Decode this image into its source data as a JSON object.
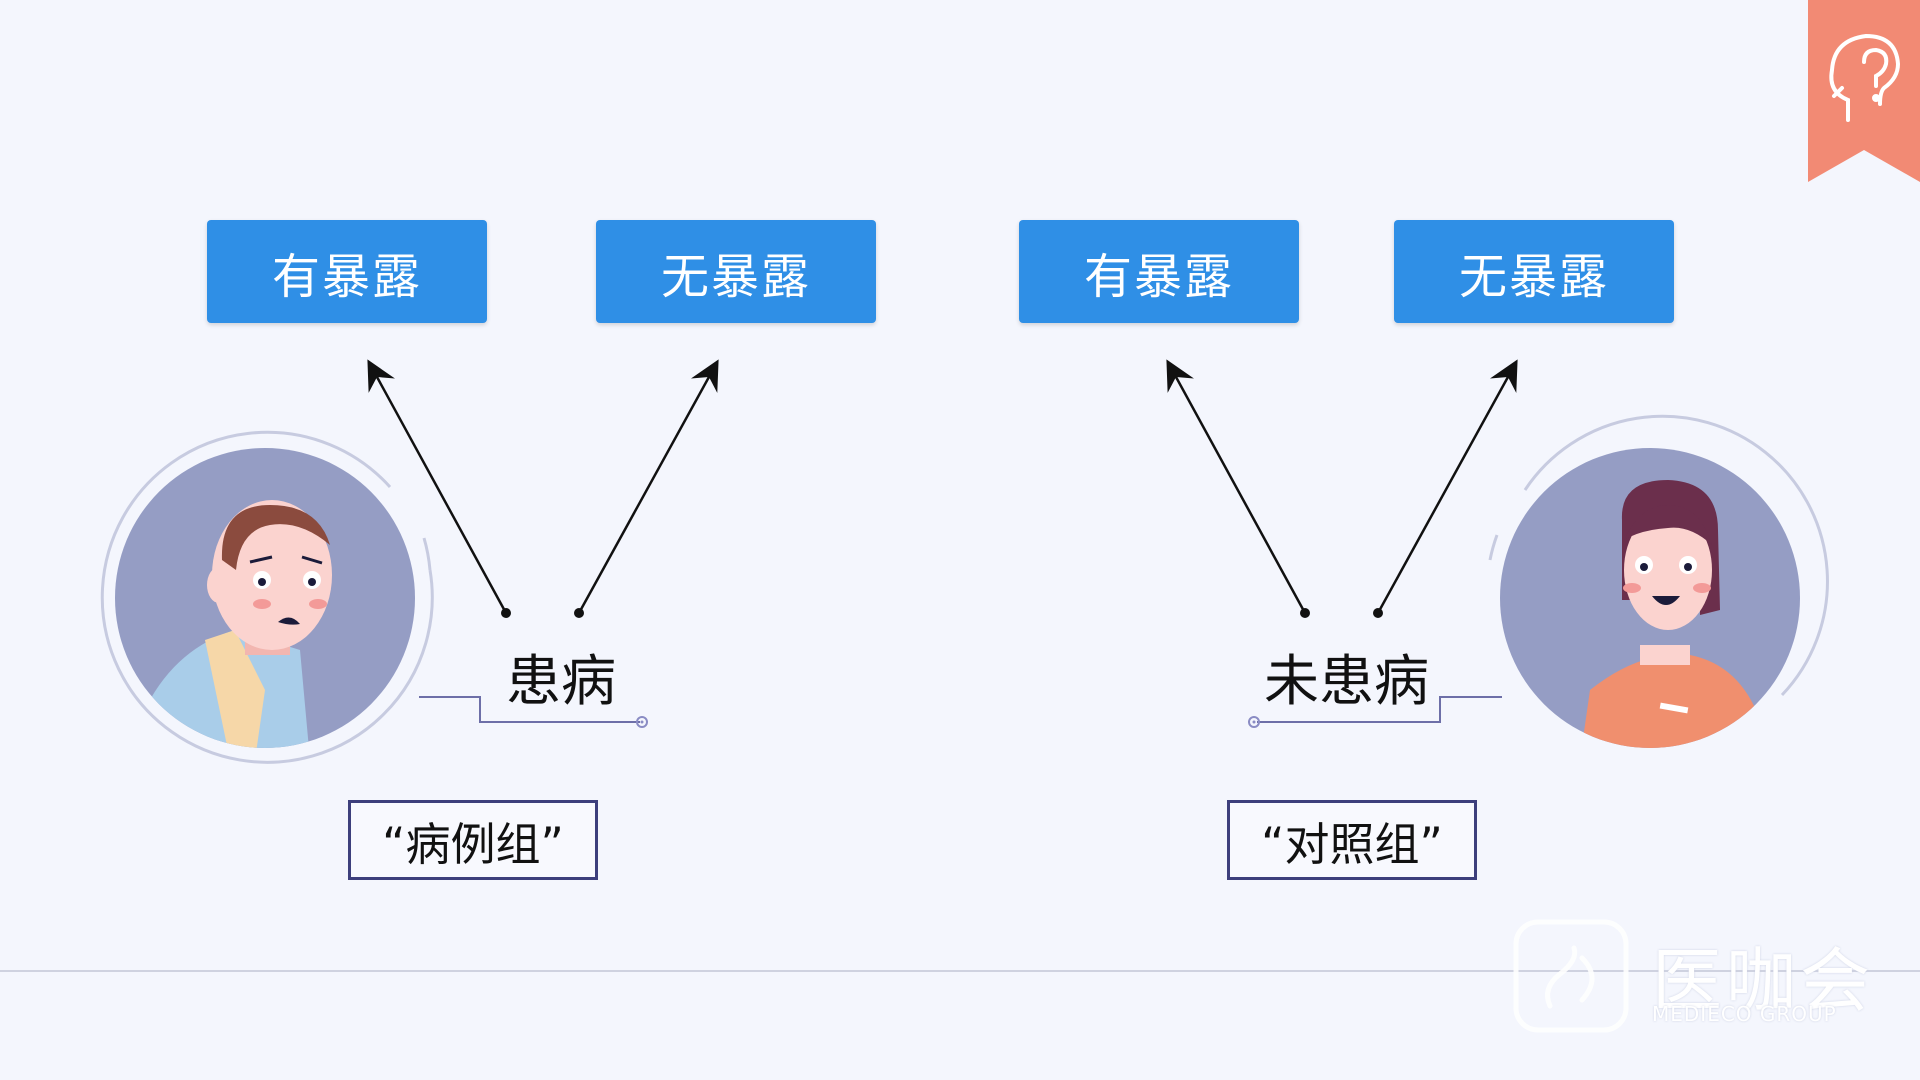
{
  "exposure_boxes": [
    {
      "label": "有暴露"
    },
    {
      "label": "无暴露"
    },
    {
      "label": "有暴露"
    },
    {
      "label": "无暴露"
    }
  ],
  "status": {
    "diseased": "患病",
    "not_diseased": "未患病"
  },
  "groups": {
    "case": "“病例组”",
    "control": "“对照组”"
  },
  "watermark": {
    "name": "医咖会",
    "sub": "MEDIECO GROUP"
  },
  "colors": {
    "box_blue": "#2f8fe6",
    "bookmark": "#f28a74",
    "avatar_bg": "#959dc4",
    "group_border": "#3d3f7c"
  },
  "icons": [
    "head-question-icon",
    "sick-man-avatar",
    "healthy-woman-avatar",
    "mediceo-logo-icon"
  ]
}
